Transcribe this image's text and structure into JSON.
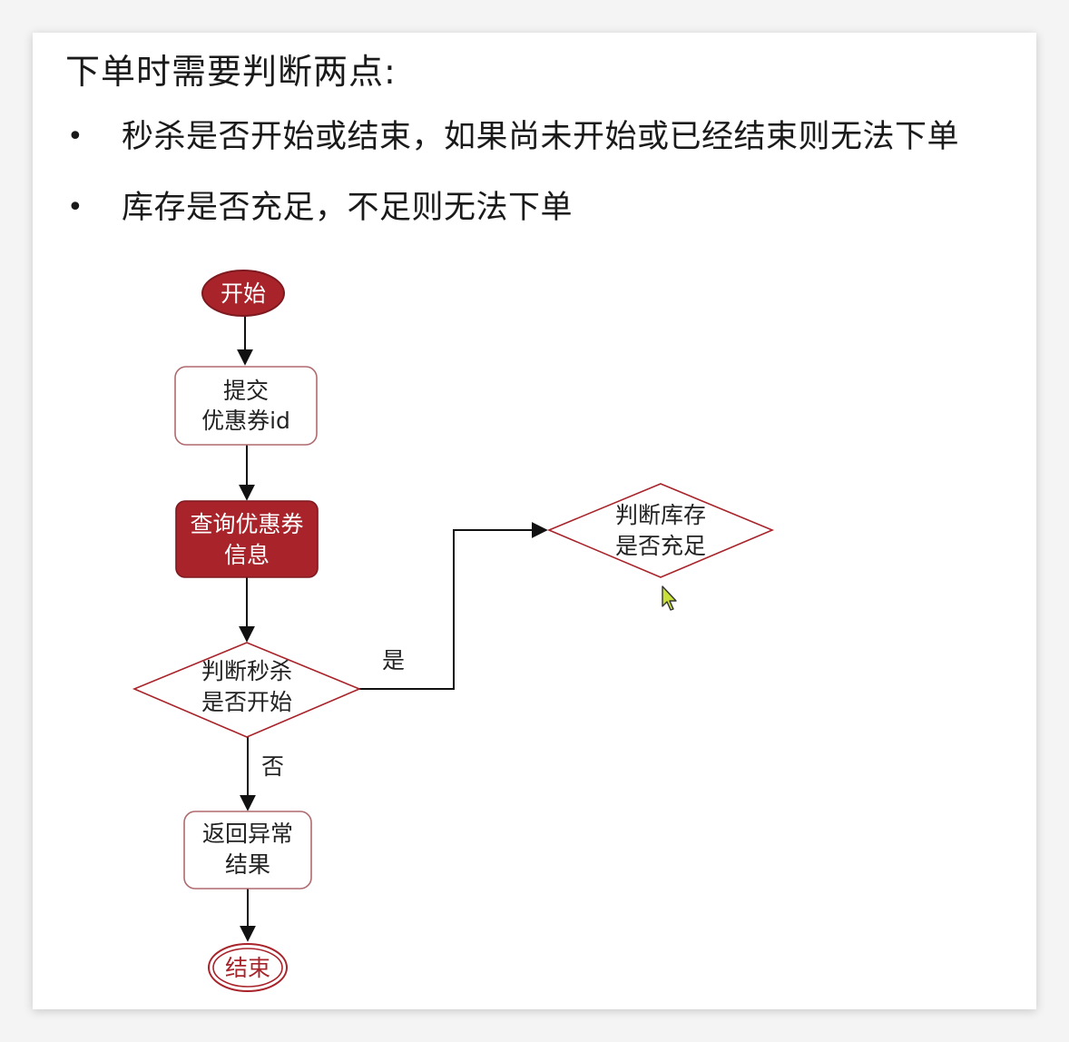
{
  "title": "下单时需要判断两点:",
  "bullets": [
    "秒杀是否开始或结束，如果尚未开始或已经结束则无法下单",
    "库存是否充足，不足则无法下单"
  ],
  "flowchart": {
    "nodes": {
      "start": {
        "lines": [
          "开始"
        ]
      },
      "submit": {
        "lines": [
          "提交",
          "优惠券id"
        ]
      },
      "query": {
        "lines": [
          "查询优惠券",
          "信息"
        ]
      },
      "judge_seckill": {
        "lines": [
          "判断秒杀",
          "是否开始"
        ]
      },
      "judge_stock": {
        "lines": [
          "判断库存",
          "是否充足"
        ]
      },
      "error": {
        "lines": [
          "返回异常",
          "结果"
        ]
      },
      "end": {
        "lines": [
          "结束"
        ]
      }
    },
    "edge_labels": {
      "yes": "是",
      "no": "否"
    }
  },
  "colors": {
    "accent": "#a8232a",
    "accent_border": "#7d1a1f",
    "node_border": "#b06a6e",
    "diamond_border": "#a8232a",
    "edge": "#111111"
  },
  "icons": {
    "cursor": "mouse-pointer-icon"
  }
}
